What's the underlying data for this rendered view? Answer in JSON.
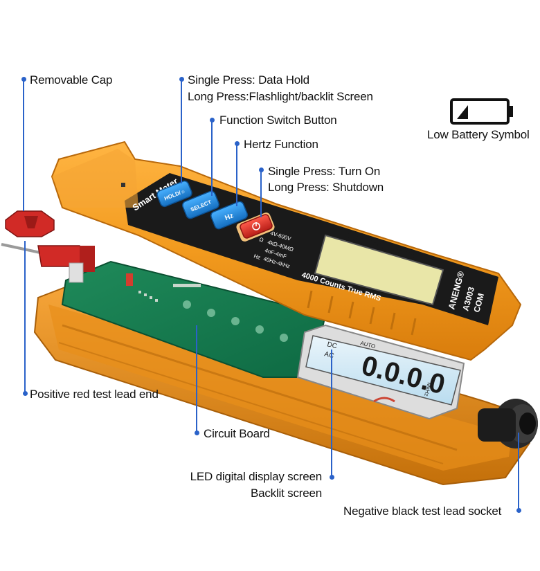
{
  "callouts": {
    "removable_cap": "Removable Cap",
    "hold_line1": "Single Press: Data Hold",
    "hold_line2": "Long Press:Flashlight/backlit Screen",
    "function_switch": "Function Switch Button",
    "hertz": "Hertz Function",
    "power_line1": "Single Press: Turn On",
    "power_line2": "Long Press: Shutdown",
    "low_battery": "Low Battery Symbol",
    "positive_lead": "Positive red test lead end",
    "circuit_board": "Circuit Board",
    "display_line1": "LED digital display screen",
    "display_line2": "Backlit screen",
    "negative_socket": "Negative black test lead socket"
  },
  "device": {
    "brand_label": "Smart Meter",
    "hold_button": "HOLD/☼",
    "select_button": "SELECT",
    "hz_button": "Hz",
    "panel_title": "PEN TYPE METER",
    "counts_text": "4000 Counts True RMS",
    "brand_name": "ANENG®",
    "model": "A3003",
    "com_label": "COM",
    "spec_v": "V",
    "spec_v_range": "4V-600V",
    "spec_ohm": "Ω",
    "spec_ohm_range": "4kΩ-40MΩ",
    "spec_cap_range": "4nF-4mF",
    "spec_hz": "Hz",
    "spec_hz_range": "40Hz-4kHz",
    "lcd_digits": "0.0.0.0",
    "lcd_dc": "DC",
    "lcd_ac": "AC",
    "lcd_auto": "AUTO",
    "lcd_units": "MkHz"
  },
  "colors": {
    "accent_blue": "#2a62c9",
    "body_orange": "#f29a1e",
    "button_blue": "#1f8be0",
    "power_red": "#e0322a",
    "lcd_blue": "#cfe6f3"
  }
}
